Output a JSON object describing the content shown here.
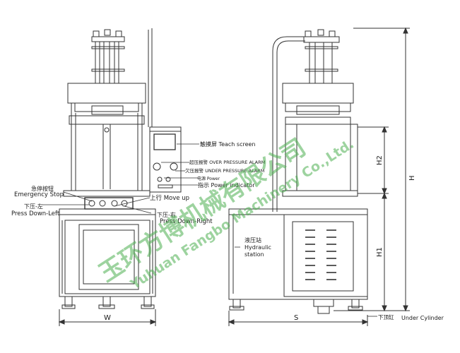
{
  "labels": {
    "teach_screen": "触摸屏 Teach screen",
    "over_pressure": "超压报警  OVER PRESSURE ALARM",
    "under_pressure": "欠压报警  UNDER PRESSURE ALARM",
    "power_cn": "电源 Power",
    "power_indicator": "指示 Power indicator",
    "emergency_cn": "急停按钮",
    "emergency_en": "Emergency Stop",
    "press_left_cn": "下压-左",
    "press_left_en": "Press Down-Left",
    "move_up": "上行 Move up",
    "press_right_cn": "下压-右",
    "press_right_en": "Press Down-Right",
    "hydraulic_cn": "液压站",
    "hydraulic_en_1": "Hydraulic",
    "hydraulic_en_2": "station",
    "under_cylinder_cn": "下顶缸",
    "under_cylinder_en": "Under Cylinder"
  },
  "dimensions": {
    "w": "W",
    "s": "S",
    "h": "H",
    "h1": "H1",
    "h2": "H2"
  },
  "watermark": {
    "cn": "玉环方博机械有限公司",
    "en": "Yuhuan Fangbo Machinery Co.,Ltd."
  }
}
